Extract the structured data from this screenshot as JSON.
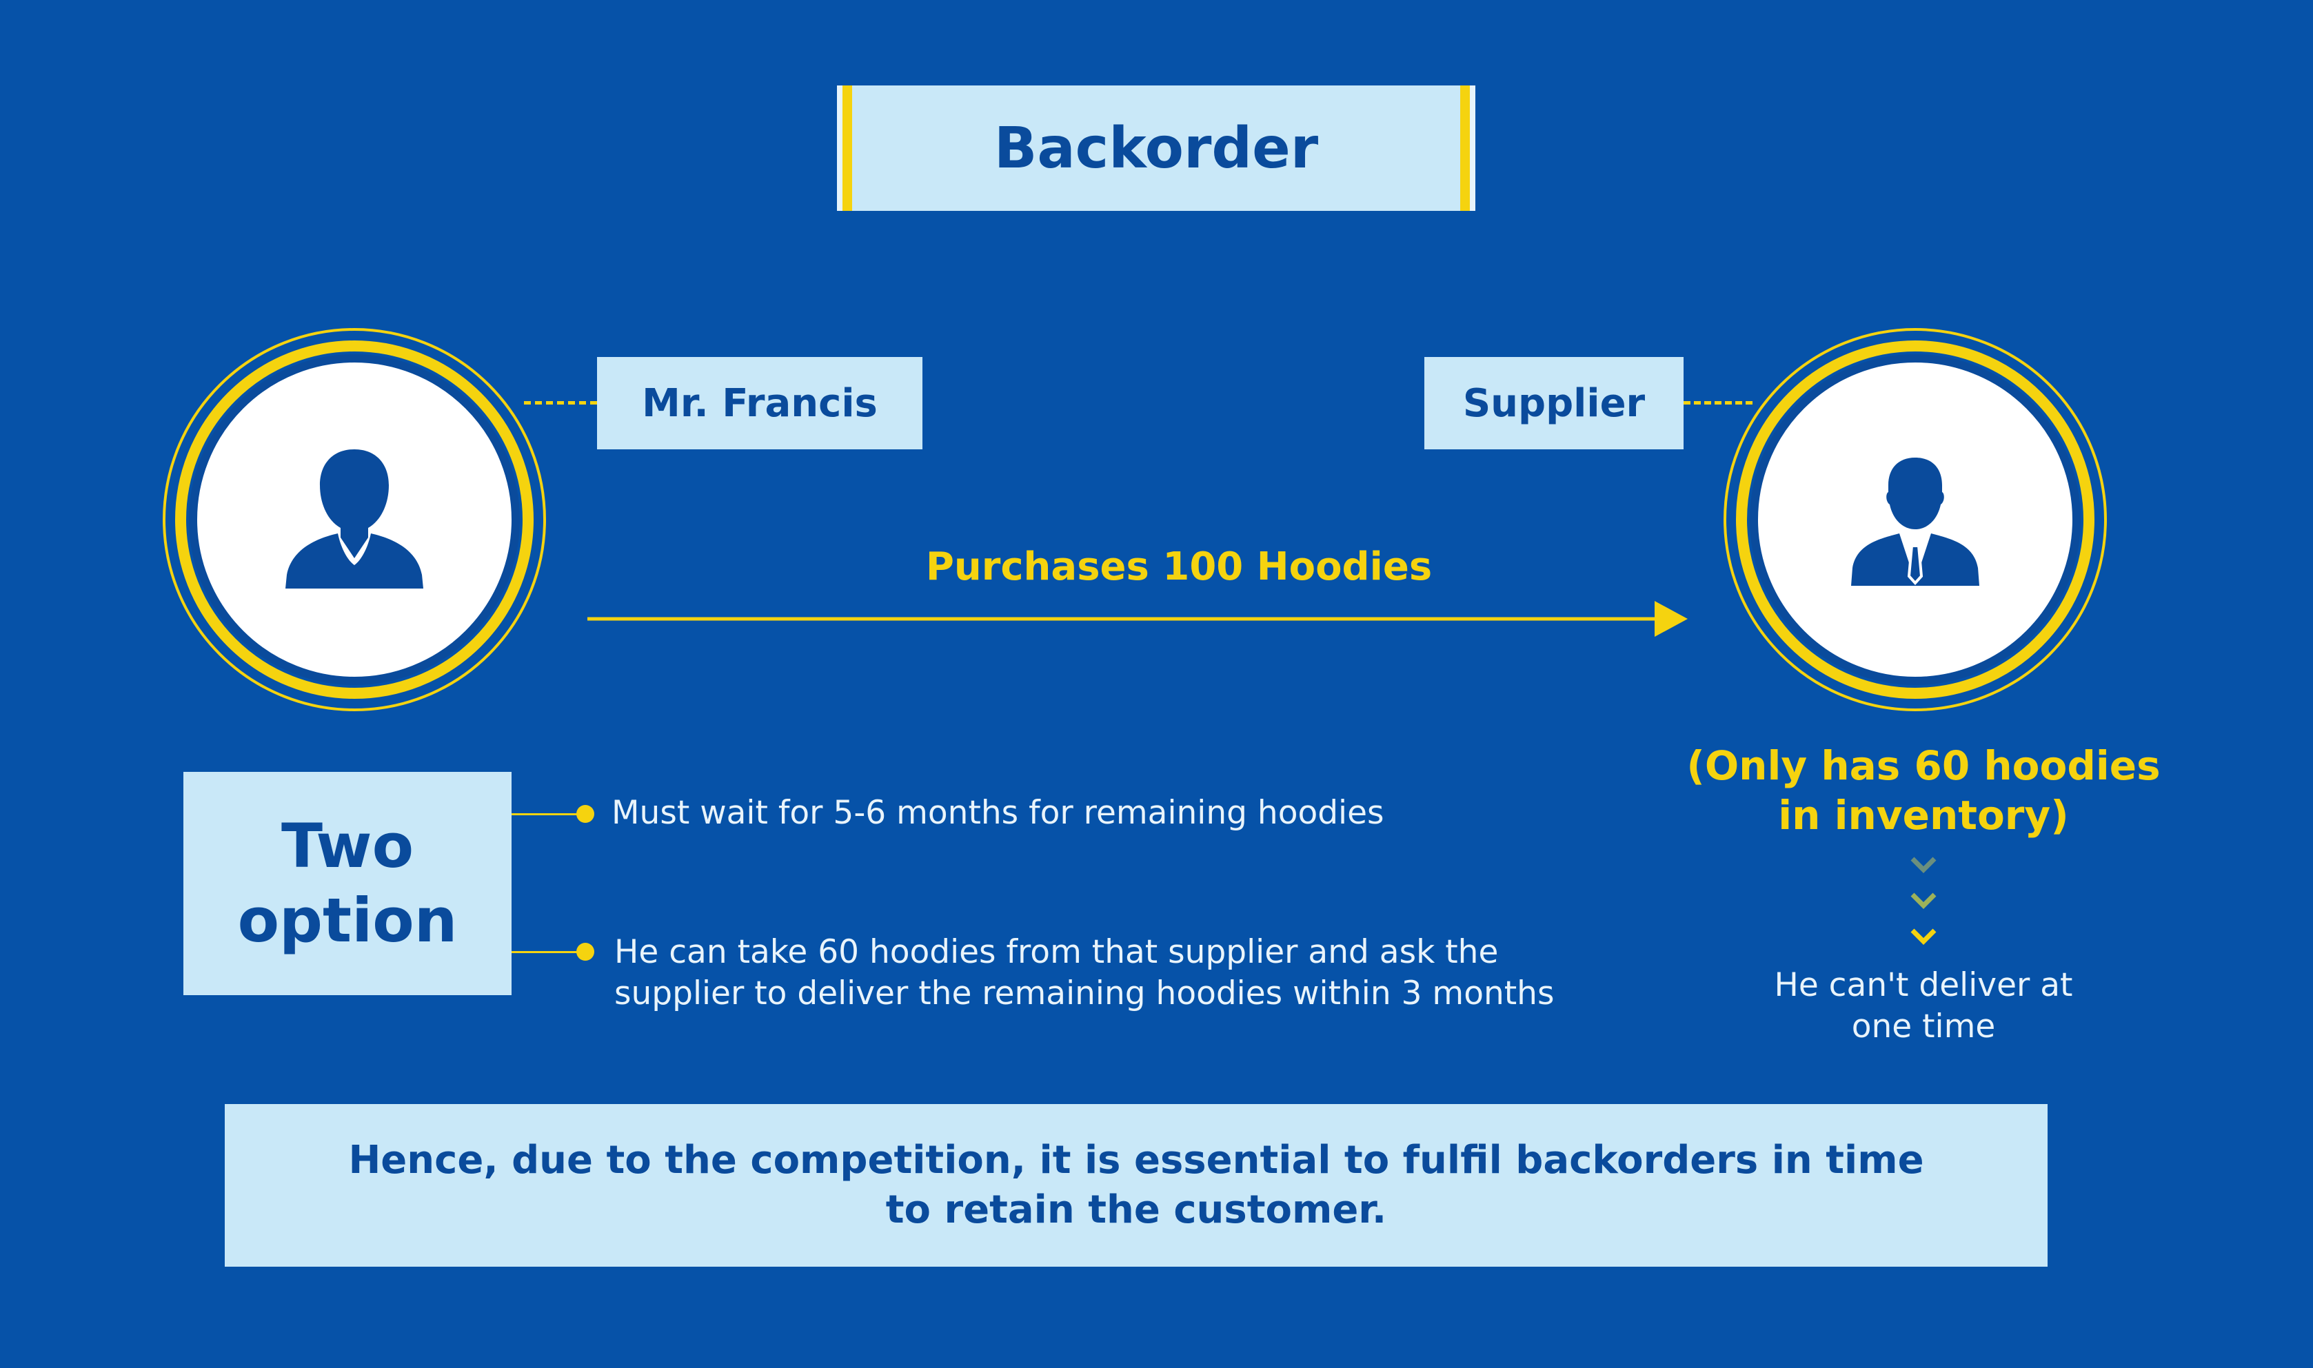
{
  "title": "Backorder",
  "customer": {
    "label": "Mr. Francis",
    "icon": "female-person-icon"
  },
  "supplier": {
    "label": "Supplier",
    "icon": "businessman-icon",
    "note": "(Only has 60 hoodies in inventory)",
    "note_line1": "(Only has 60 hoodies",
    "note_line2": "in inventory)",
    "cant_line1": "He can't deliver at",
    "cant_line2": "one time"
  },
  "transaction": {
    "label": "Purchases 100 Hoodies"
  },
  "options": {
    "heading_line1": "Two",
    "heading_line2": "option",
    "items": [
      {
        "lines": [
          "Must wait for 5-6 months for remaining hoodies"
        ]
      },
      {
        "lines": [
          "He can take 60 hoodies from that supplier and ask the",
          "supplier to deliver the remaining hoodies within 3 months"
        ]
      }
    ]
  },
  "conclusion": {
    "line1": "Hence, due to the competition, it is essential to fulfil backorders in time",
    "line2": "to retain the customer."
  },
  "colors": {
    "background": "#0652a8",
    "accent_yellow": "#f5d30f",
    "light_box": "#c9e8f8",
    "dark_blue_text": "#0a4b9c"
  }
}
